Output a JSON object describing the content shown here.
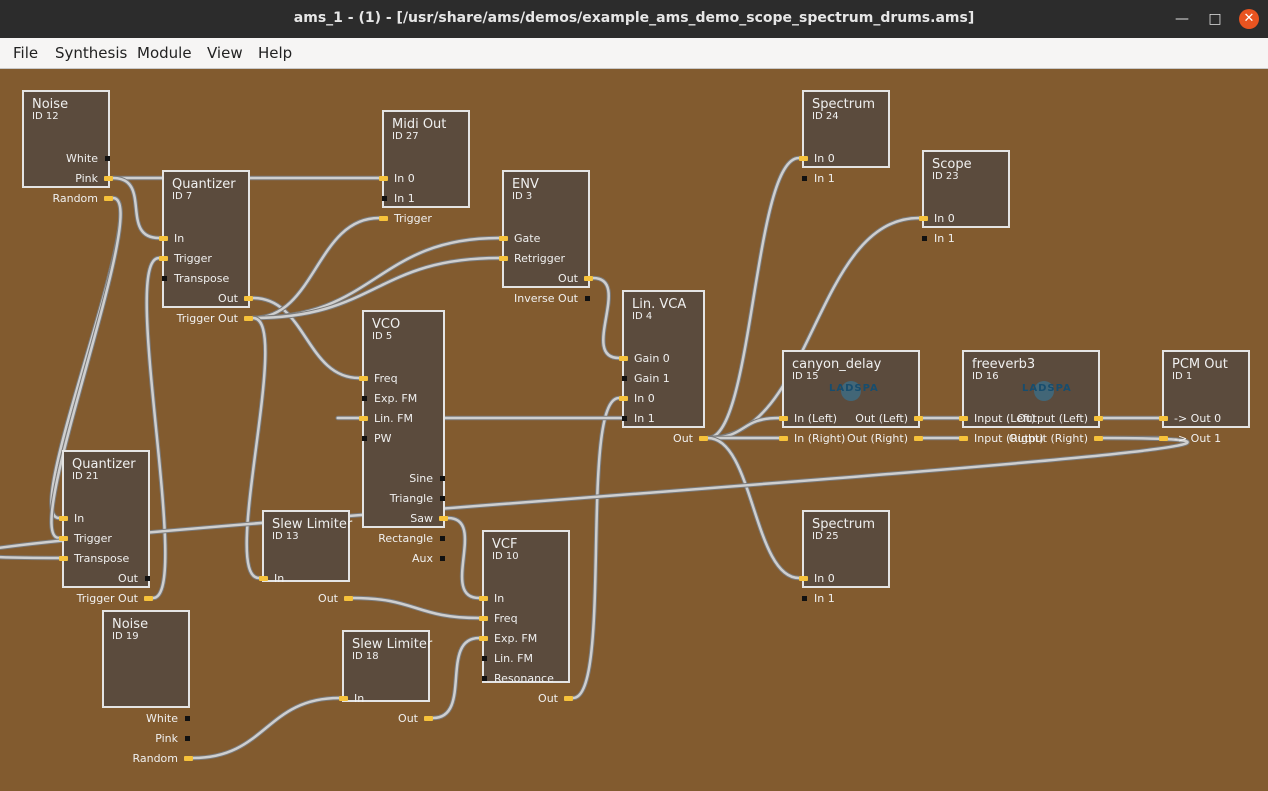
{
  "window": {
    "title": "ams_1 - (1) - [/usr/share/ams/demos/example_ams_demo_scope_spectrum_drums.ams]",
    "minimize_glyph": "—",
    "maximize_glyph": "□",
    "close_glyph": "✕"
  },
  "menu": [
    "File",
    "Synthesis",
    "Module",
    "View",
    "Help"
  ],
  "colors": {
    "canvas": "#825b2f",
    "module": "#5b4b3d",
    "jack_active": "#f7c23a",
    "cable": "#c9c9c9",
    "close": "#e95420"
  },
  "modules": [
    {
      "key": "noise12",
      "name": "Noise",
      "id": "ID 12",
      "inputs": [],
      "outputs": [
        "White",
        "Pink",
        "Random"
      ]
    },
    {
      "key": "quant7",
      "name": "Quantizer",
      "id": "ID 7",
      "inputs": [
        "In",
        "Trigger",
        "Transpose"
      ],
      "outputs": [
        "Out",
        "Trigger Out"
      ]
    },
    {
      "key": "midi27",
      "name": "Midi Out",
      "id": "ID 27",
      "inputs": [
        "In 0",
        "In 1",
        "Trigger"
      ],
      "outputs": []
    },
    {
      "key": "env3",
      "name": "ENV",
      "id": "ID 3",
      "inputs": [
        "Gate",
        "Retrigger"
      ],
      "outputs": [
        "Out",
        "Inverse Out"
      ]
    },
    {
      "key": "vco5",
      "name": "VCO",
      "id": "ID 5",
      "inputs": [
        "Freq",
        "Exp. FM",
        "Lin. FM",
        "PW"
      ],
      "outputs": [
        "Sine",
        "Triangle",
        "Saw",
        "Rectangle",
        "Aux"
      ]
    },
    {
      "key": "vca4",
      "name": "Lin. VCA",
      "id": "ID 4",
      "inputs": [
        "Gain 0",
        "Gain 1",
        "In 0",
        "In 1"
      ],
      "outputs": [
        "Out"
      ]
    },
    {
      "key": "spec24",
      "name": "Spectrum",
      "id": "ID 24",
      "inputs": [
        "In 0",
        "In 1"
      ],
      "outputs": []
    },
    {
      "key": "scope23",
      "name": "Scope",
      "id": "ID 23",
      "inputs": [
        "In 0",
        "In 1"
      ],
      "outputs": []
    },
    {
      "key": "canyon15",
      "name": "canyon_delay",
      "id": "ID 15",
      "inputs": [
        "In (Left)",
        "In (Right)"
      ],
      "outputs": [
        "Out (Left)",
        "Out (Right)"
      ],
      "badge": "LADSPA"
    },
    {
      "key": "free16",
      "name": "freeverb3",
      "id": "ID 16",
      "inputs": [
        "Input (Left)",
        "Input (Right)"
      ],
      "outputs": [
        "Output (Left)",
        "Output (Right)"
      ],
      "badge": "LADSPA"
    },
    {
      "key": "pcm1",
      "name": "PCM Out",
      "id": "ID 1",
      "inputs": [
        "-> Out  0",
        "-> Out  1"
      ],
      "outputs": []
    },
    {
      "key": "quant21",
      "name": "Quantizer",
      "id": "ID 21",
      "inputs": [
        "In",
        "Trigger",
        "Transpose"
      ],
      "outputs": [
        "Out",
        "Trigger Out"
      ]
    },
    {
      "key": "slew13",
      "name": "Slew Limiter",
      "id": "ID 13",
      "inputs": [
        "In"
      ],
      "outputs": [
        "Out"
      ]
    },
    {
      "key": "vcf10",
      "name": "VCF",
      "id": "ID 10",
      "inputs": [
        "In",
        "Freq",
        "Exp. FM",
        "Lin. FM",
        "Resonance"
      ],
      "outputs": [
        "Out"
      ]
    },
    {
      "key": "noise19",
      "name": "Noise",
      "id": "ID 19",
      "inputs": [],
      "outputs": [
        "White",
        "Pink",
        "Random"
      ]
    },
    {
      "key": "slew18",
      "name": "Slew Limiter",
      "id": "ID 18",
      "inputs": [
        "In"
      ],
      "outputs": [
        "Out"
      ]
    },
    {
      "key": "spec25",
      "name": "Spectrum",
      "id": "ID 25",
      "inputs": [
        "In 0",
        "In 1"
      ],
      "outputs": []
    }
  ]
}
